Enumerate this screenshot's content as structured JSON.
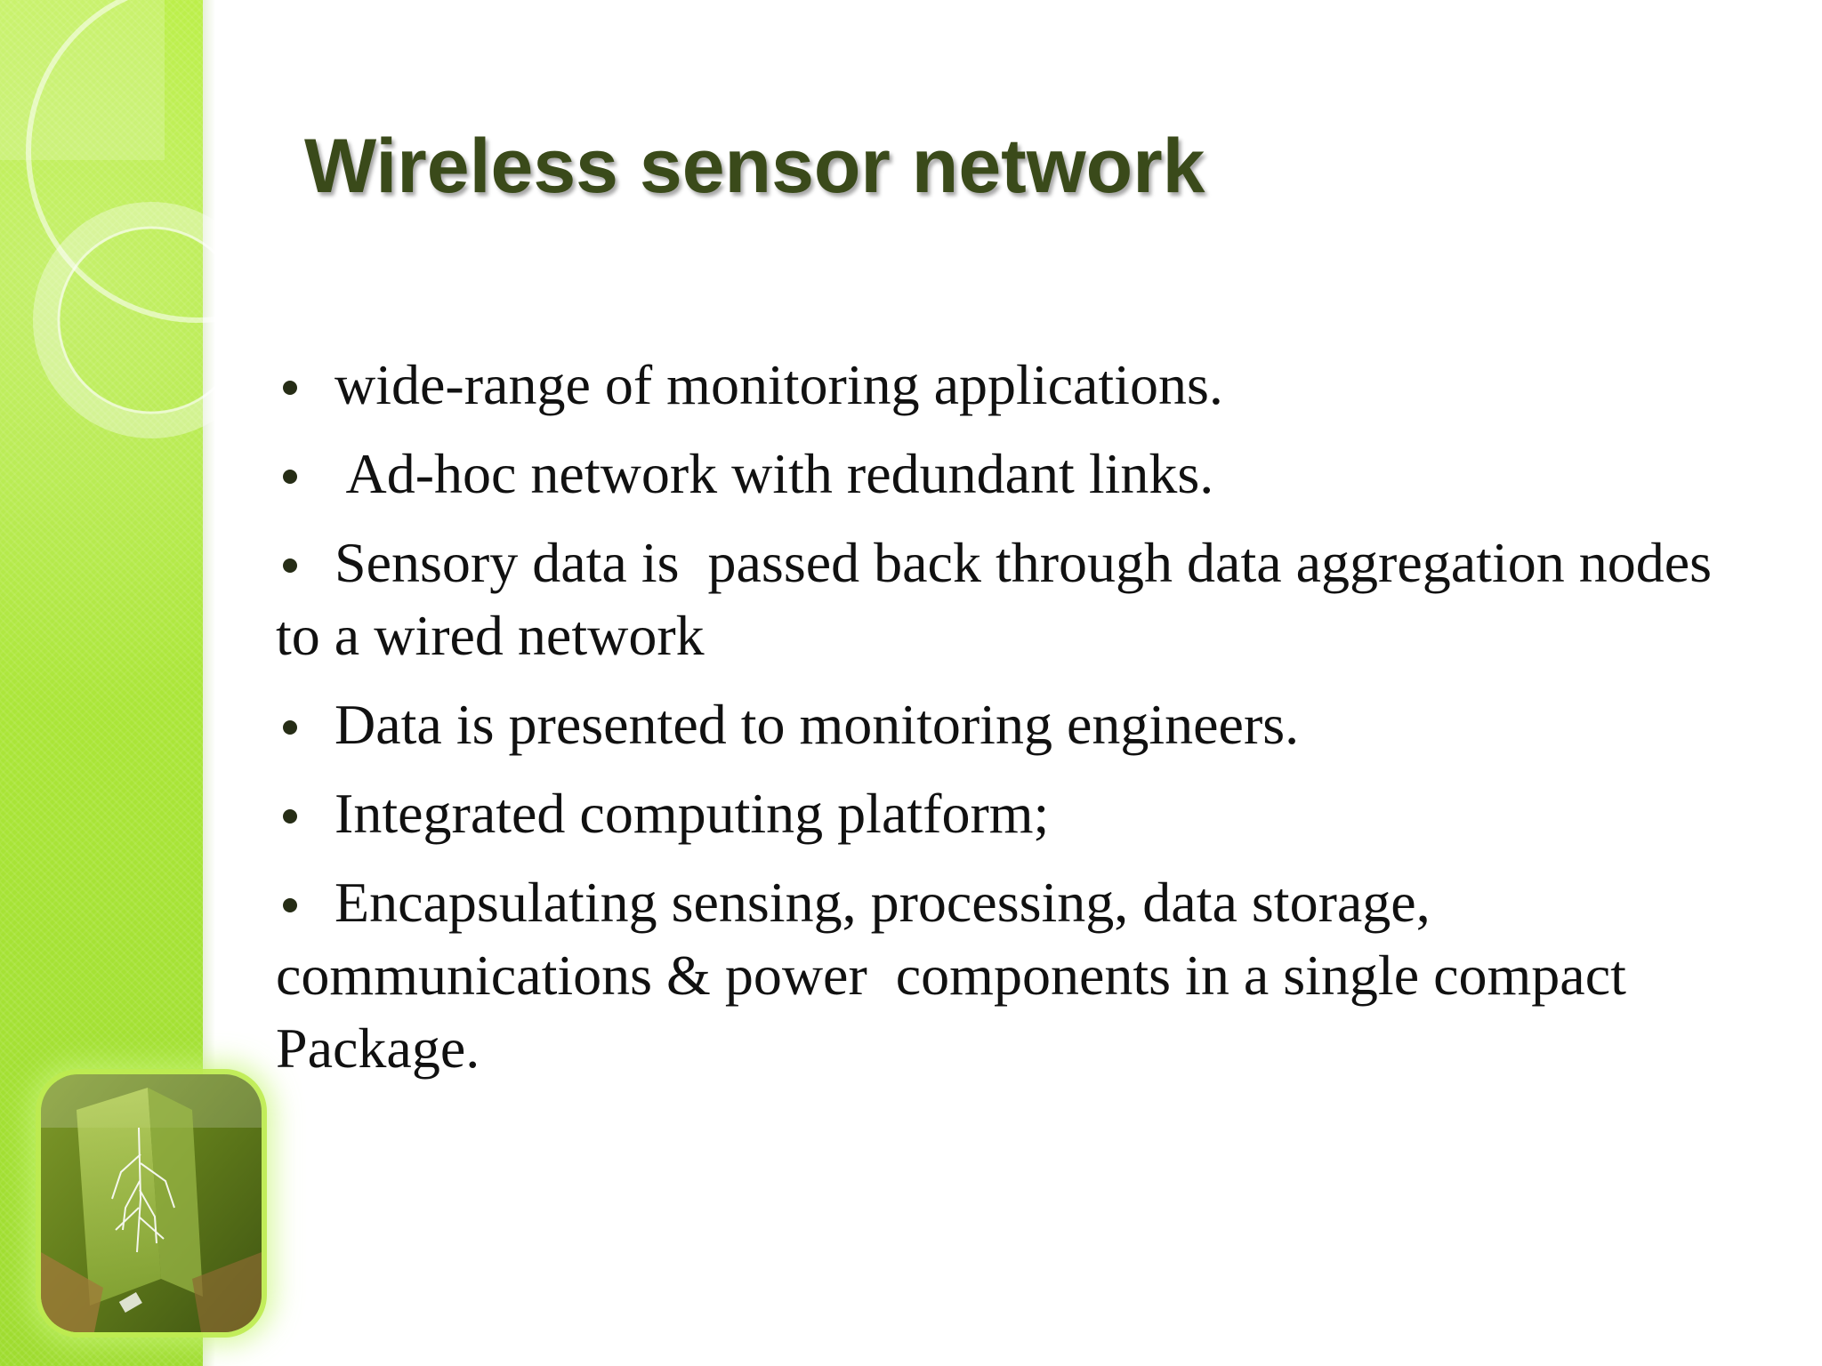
{
  "slide": {
    "title": "Wireless sensor network",
    "bullets": [
      "wide-range of monitoring applications.",
      " Ad-hoc network with redundant links.",
      "Sensory data is  passed back through data aggregation nodes to a wired network",
      "Data is presented to monitoring engineers.",
      "Integrated computing platform;",
      "Encapsulating sensing, processing, data storage, communications & power  components in a single compact Package."
    ]
  },
  "theme": {
    "accent": "#a8e436",
    "title_color": "#3a4a1a",
    "text_color": "#111111",
    "bullet_icon": "dot-bullet-icon",
    "logo_icon": "plant-root-logo-icon"
  }
}
